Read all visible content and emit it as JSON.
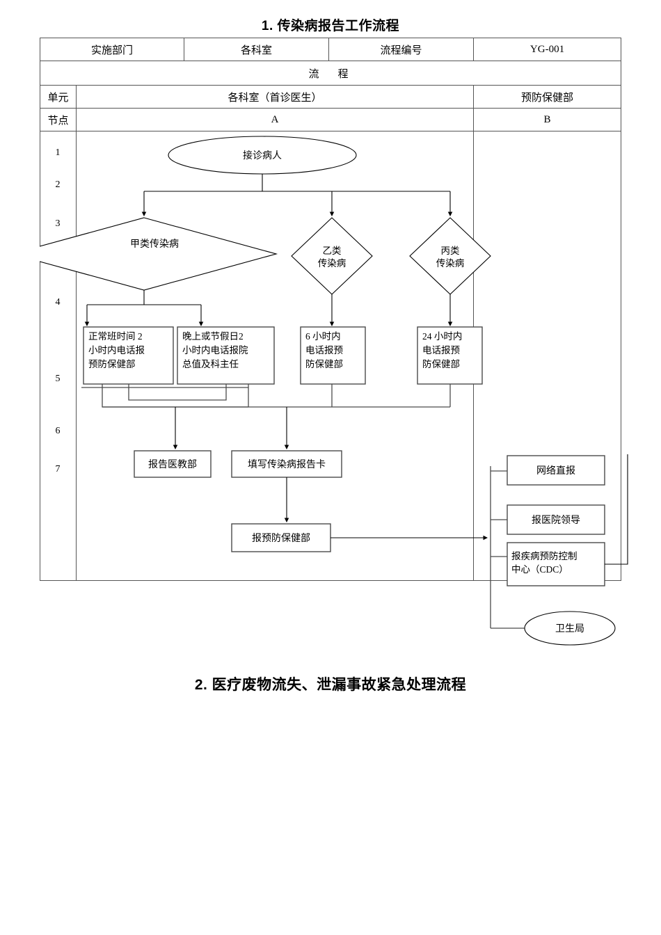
{
  "titles": {
    "chart1": "1. 传染病报告工作流程",
    "chart2": "2. 医疗废物流失、泄漏事故紧急处理流程"
  },
  "header_table": {
    "row1": [
      {
        "label": "实施部门"
      },
      {
        "label": "各科室"
      },
      {
        "label": "流程编号"
      },
      {
        "label": "YG-001"
      }
    ],
    "flow_row": "流　程",
    "unit_row": {
      "label": "单元",
      "col_a": "各科室（首诊医生）",
      "col_b": "预防保健部"
    },
    "node_row": {
      "label": "节点",
      "col_a": "A",
      "col_b": "B"
    }
  },
  "node_numbers": [
    "1",
    "2",
    "3",
    "4",
    "5",
    "6",
    "7"
  ],
  "flow": {
    "start": "接诊病人",
    "decisions": [
      {
        "id": "d1",
        "label": "甲类传染病"
      },
      {
        "id": "d2",
        "line1": "乙类",
        "line2": "传染病"
      },
      {
        "id": "d3",
        "line1": "丙类",
        "line2": "传染病"
      }
    ],
    "time_boxes": [
      {
        "id": "t1",
        "lines": [
          "正常班时间 2",
          "小时内电话报",
          "预防保健部"
        ]
      },
      {
        "id": "t2",
        "lines": [
          "晚上或节假日2",
          "小时内电话报院",
          "总值及科主任"
        ]
      },
      {
        "id": "t3",
        "lines": [
          "6 小时内",
          "电话报预",
          "防保健部"
        ]
      },
      {
        "id": "t4",
        "lines": [
          "24 小时内",
          "电话报预",
          "防保健部"
        ]
      }
    ],
    "action_boxes": [
      {
        "id": "a1",
        "label": "报告医教部"
      },
      {
        "id": "a2",
        "label": "填写传染病报告卡"
      },
      {
        "id": "a3",
        "label": "报预防保健部"
      }
    ],
    "dept_boxes": [
      {
        "id": "b1",
        "label": "网络直报"
      },
      {
        "id": "b2",
        "label": "报医院领导"
      },
      {
        "id": "b3",
        "line1": "报疾病预防控制",
        "line2": "中心（CDC）"
      }
    ],
    "end": "卫生局"
  },
  "colors": {
    "line": "#000000",
    "border": "#555555",
    "background": "#ffffff",
    "text": "#000000"
  }
}
